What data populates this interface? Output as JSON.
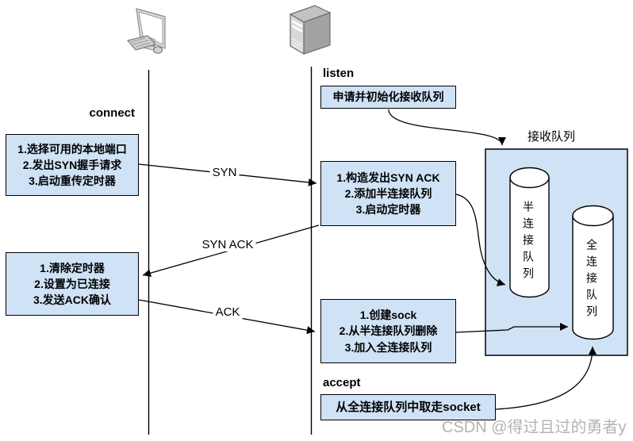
{
  "client": {
    "phase_label": "connect",
    "steps_box_1": {
      "line1": "1.选择可用的本地端口",
      "line2": "2.发出SYN握手请求",
      "line3": "3.启动重传定时器"
    },
    "steps_box_2": {
      "line1": "1.清除定时器",
      "line2": "2.设置为已连接",
      "line3": "3.发送ACK确认"
    }
  },
  "server": {
    "listen_label": "listen",
    "accept_label": "accept",
    "init_box_text": "申请并初始化接收队列",
    "synack_box": {
      "line1": "1.构造发出SYN ACK",
      "line2": "2.添加半连接队列",
      "line3": "3.启动定时器"
    },
    "sock_box": {
      "line1": "1.创建sock",
      "line2": "2.从半连接队列删除",
      "line3": "3.加入全连接队列"
    },
    "accept_box_text": "从全连接队列中取走socket"
  },
  "messages": {
    "syn": "SYN",
    "synack": "SYN ACK",
    "ack": "ACK"
  },
  "receive_queue": {
    "title": "接收队列",
    "half_queue_label": "半连接队列",
    "full_queue_label": "全连接队列"
  },
  "icons": {
    "client": "desktop-computer",
    "server": "server-tower"
  },
  "watermark": "CSDN @得过且过的勇者y",
  "colors": {
    "box_fill": "#cfe2f6",
    "box_border": "#000000",
    "line": "#000000",
    "watermark": "#b3b3b3"
  }
}
